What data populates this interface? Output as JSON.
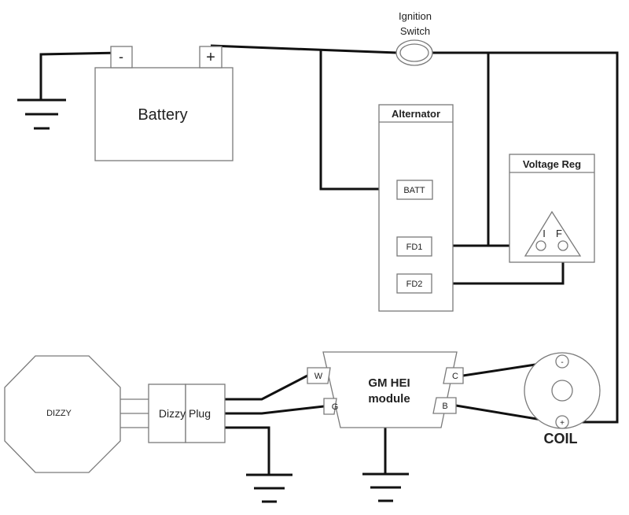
{
  "battery": {
    "label": "Battery",
    "neg_symbol": "-",
    "pos_symbol": "+"
  },
  "ignition_switch": {
    "line1": "Ignition",
    "line2": "Switch"
  },
  "alternator": {
    "title": "Alternator",
    "batt": "BATT",
    "fd1": "FD1",
    "fd2": "FD2"
  },
  "voltage_reg": {
    "title": "Voltage Reg",
    "term_i": "I",
    "term_f": "F"
  },
  "dizzy": {
    "label": "DIZZY",
    "plug_left": "Dizzy",
    "plug_right": "Plug"
  },
  "hei_module": {
    "line1": "GM HEI",
    "line2": "module",
    "pin_w": "W",
    "pin_g": "G",
    "pin_c": "C",
    "pin_b": "B"
  },
  "coil": {
    "label": "COIL",
    "neg_symbol": "-",
    "pos_symbol": "+"
  },
  "colors": {
    "wire": "#111111",
    "outline": "#7a7a7a",
    "background": "#ffffff"
  }
}
